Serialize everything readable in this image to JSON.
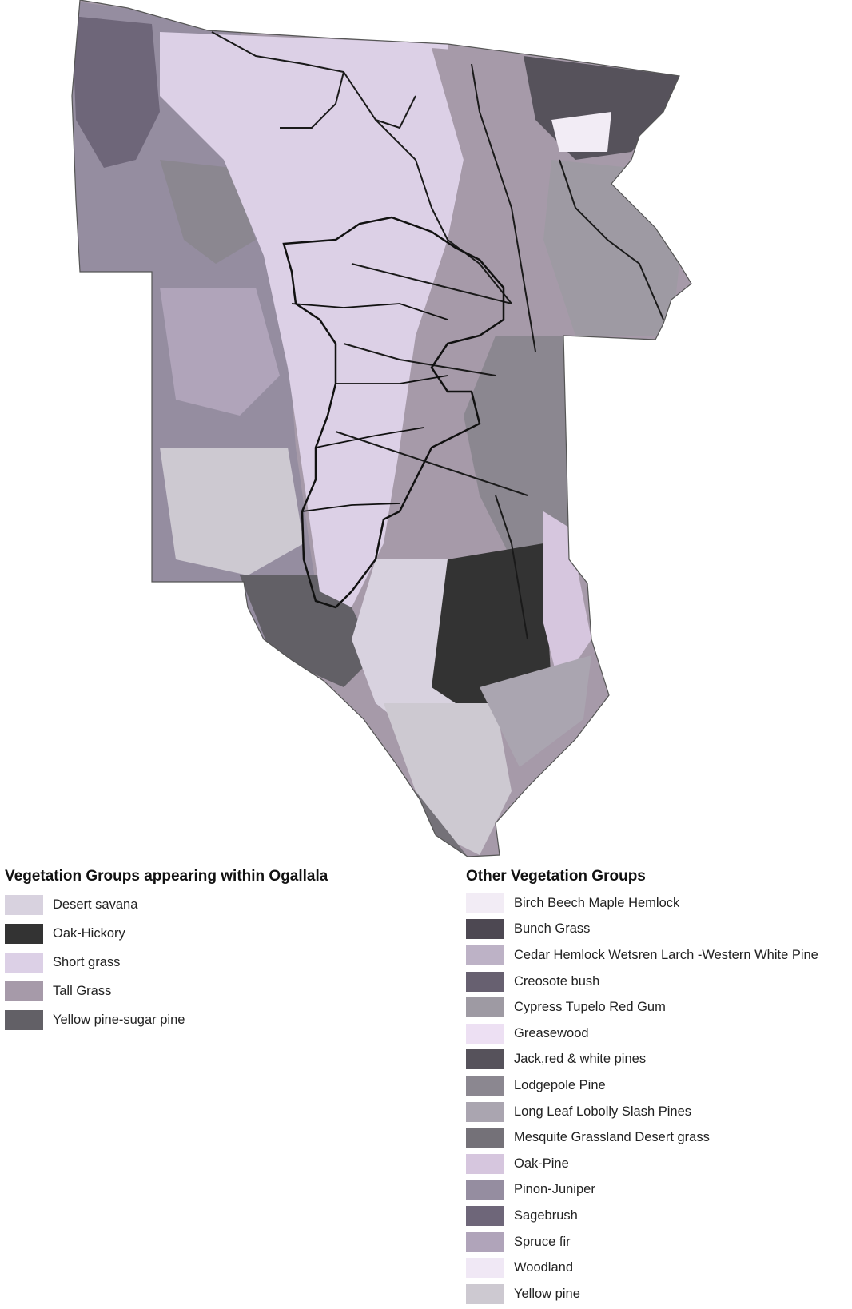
{
  "legend_ogallala": {
    "title": "Vegetation Groups appearing within Ogallala",
    "items": [
      {
        "label": "Desert savana",
        "color": "#d8d2df"
      },
      {
        "label": "Oak-Hickory",
        "color": "#333333"
      },
      {
        "label": "Short grass",
        "color": "#dcd0e6"
      },
      {
        "label": "Tall Grass",
        "color": "#a69aa9"
      },
      {
        "label": "Yellow pine-sugar pine",
        "color": "#626066"
      }
    ]
  },
  "legend_other": {
    "title": "Other Vegetation Groups",
    "items": [
      {
        "label": "Birch Beech Maple Hemlock",
        "color": "#f2ecf5"
      },
      {
        "label": "Bunch Grass",
        "color": "#4d4852"
      },
      {
        "label": "Cedar Hemlock Wetsren Larch -Western White Pine",
        "color": "#bdb2c6"
      },
      {
        "label": "Creosote bush",
        "color": "#676070"
      },
      {
        "label": "Cypress Tupelo Red Gum",
        "color": "#9e9aa3"
      },
      {
        "label": "Greasewood",
        "color": "#ede0f3"
      },
      {
        "label": "Jack,red & white pines",
        "color": "#56525b"
      },
      {
        "label": "Lodgepole Pine",
        "color": "#8b8790"
      },
      {
        "label": "Long Leaf Lobolly Slash Pines",
        "color": "#aaa5b0"
      },
      {
        "label": "Mesquite Grassland Desert grass",
        "color": "#747178"
      },
      {
        "label": "Oak-Pine",
        "color": "#d6c6de"
      },
      {
        "label": "Pinon-Juniper",
        "color": "#958da0"
      },
      {
        "label": "Sagebrush",
        "color": "#6e6679"
      },
      {
        "label": "Spruce fir",
        "color": "#b0a4ba"
      },
      {
        "label": "Woodland",
        "color": "#f0e8f5"
      },
      {
        "label": "Yellow pine",
        "color": "#cdc9d1"
      }
    ]
  },
  "map": {
    "outline_color": "#111111",
    "river_color": "#1a1a1a"
  }
}
